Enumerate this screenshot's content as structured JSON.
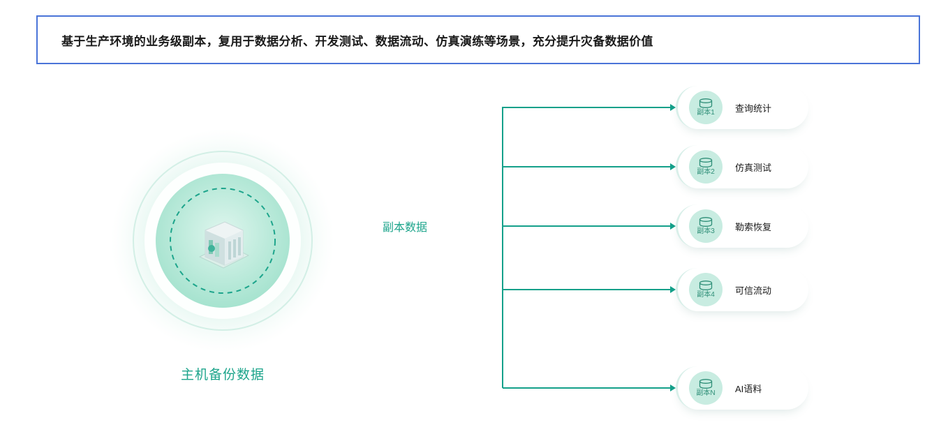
{
  "banner": {
    "text": "基于生产环境的业务级副本，复用于数据分析、开发测试、数据流动、仿真演练等场景，充分提升灾备数据价值"
  },
  "source": {
    "label": "主机备份数据",
    "icon": "server-appliance-icon"
  },
  "flow": {
    "label": "副本数据"
  },
  "replicas": [
    {
      "code": "副本1",
      "name": "查询统计"
    },
    {
      "code": "副本2",
      "name": "仿真测试"
    },
    {
      "code": "副本3",
      "name": "勒索恢复"
    },
    {
      "code": "副本4",
      "name": "可信流动"
    },
    {
      "code": "副本N",
      "name": "AI语料"
    }
  ],
  "colors": {
    "accent": "#1ea58c",
    "line": "#14a08a",
    "banner_border": "#4a74d8",
    "badge_bg": "#c8ece1"
  }
}
